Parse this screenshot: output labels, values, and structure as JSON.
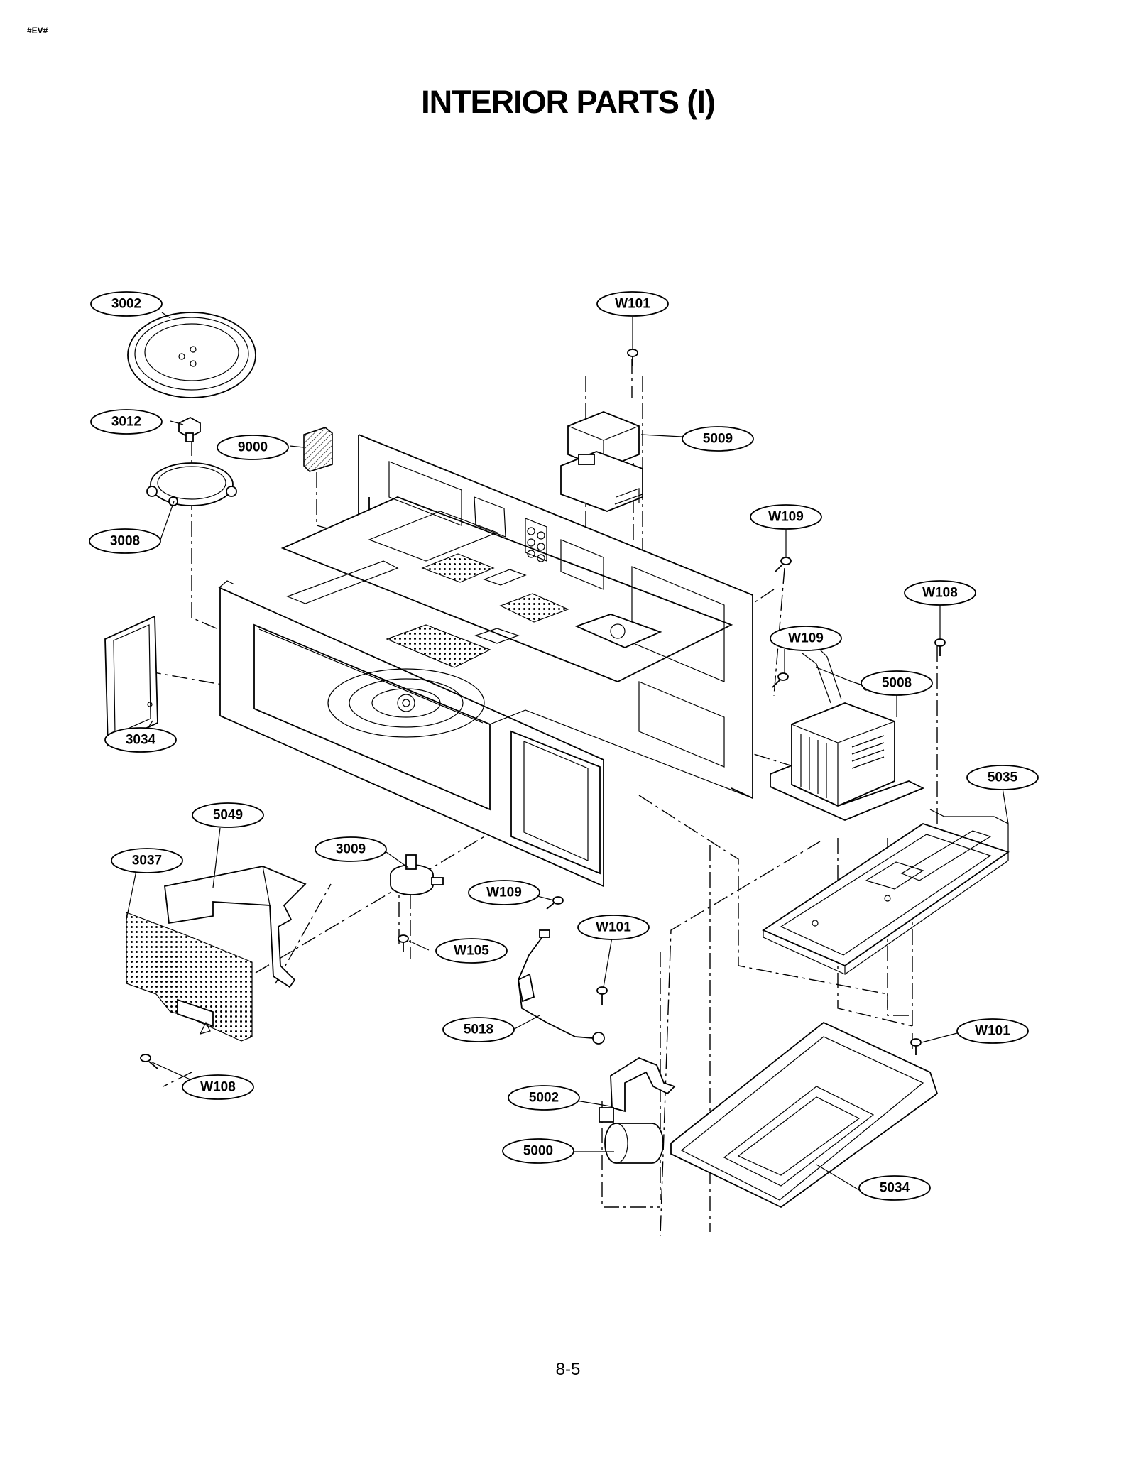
{
  "header": {
    "doc_code": "#EV#"
  },
  "title": "INTERIOR PARTS (I)",
  "page_number": "8-5",
  "callouts": [
    {
      "id": "c3002",
      "label": "3002"
    },
    {
      "id": "cW101a",
      "label": "W101"
    },
    {
      "id": "c3012",
      "label": "3012"
    },
    {
      "id": "c9000",
      "label": "9000"
    },
    {
      "id": "c5009",
      "label": "5009"
    },
    {
      "id": "c3008",
      "label": "3008"
    },
    {
      "id": "cW109a",
      "label": "W109"
    },
    {
      "id": "cW108a",
      "label": "W108"
    },
    {
      "id": "cW109b",
      "label": "W109"
    },
    {
      "id": "c5008",
      "label": "5008"
    },
    {
      "id": "c3034",
      "label": "3034"
    },
    {
      "id": "c5035",
      "label": "5035"
    },
    {
      "id": "c5049",
      "label": "5049"
    },
    {
      "id": "c3009",
      "label": "3009"
    },
    {
      "id": "c3037",
      "label": "3037"
    },
    {
      "id": "cW109c",
      "label": "W109"
    },
    {
      "id": "cW101b",
      "label": "W101"
    },
    {
      "id": "cW105",
      "label": "W105"
    },
    {
      "id": "c5018",
      "label": "5018"
    },
    {
      "id": "cW101c",
      "label": "W101"
    },
    {
      "id": "cW108b",
      "label": "W108"
    },
    {
      "id": "c5002",
      "label": "5002"
    },
    {
      "id": "c5000",
      "label": "5000"
    },
    {
      "id": "c5034",
      "label": "5034"
    }
  ]
}
